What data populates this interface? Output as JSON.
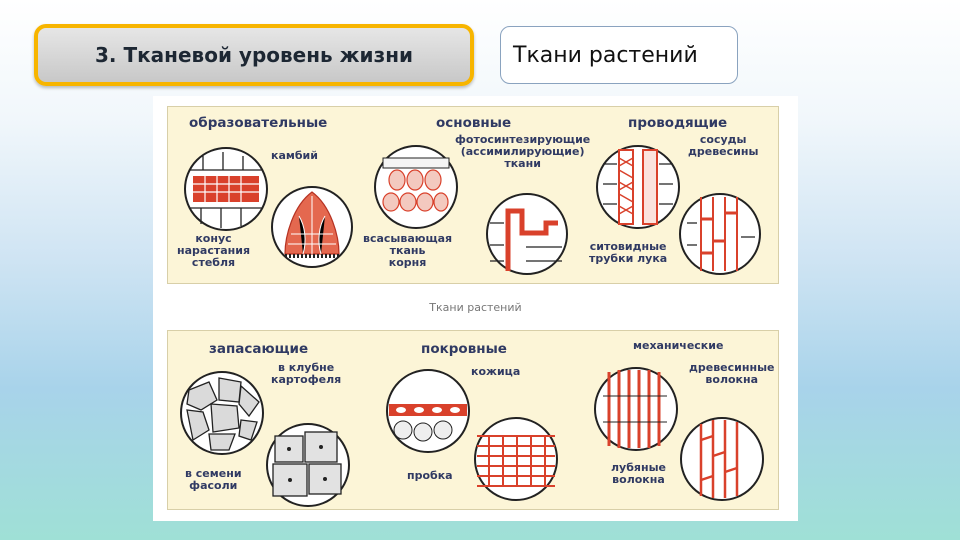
{
  "slide": {
    "title": "3. Тканевой уровень жизни",
    "subtitle": "Ткани растений",
    "caption": "Ткани растений"
  },
  "diagram": {
    "top": {
      "educational": "образовательные",
      "cambium": "камбий",
      "growth_cone": "конус\nнарастания\nстебля",
      "basic": "основные",
      "photosynthetic": "фотосинтезирующие\n(ассимилирующие)\nткани",
      "absorbing": "всасывающая\nткань\nкорня",
      "conducting": "проводящие",
      "vessels": "сосуды\nдревесины",
      "sieve": "ситовидные\nтрубки лука"
    },
    "bottom": {
      "storage": "запасающие",
      "potato": "в клубне\nкартофеля",
      "bean": "в семени\nфасоли",
      "cover": "покровные",
      "skin": "кожица",
      "cork": "пробка",
      "mechanical": "механические",
      "wood_fibers": "древесинные\nволокна",
      "bast_fibers": "лубяные\nволокна"
    }
  },
  "colors": {
    "accent": "#f7b500",
    "tissue_red": "#d9412b",
    "label_text": "#303a63",
    "panel": "#fcf5d7"
  }
}
